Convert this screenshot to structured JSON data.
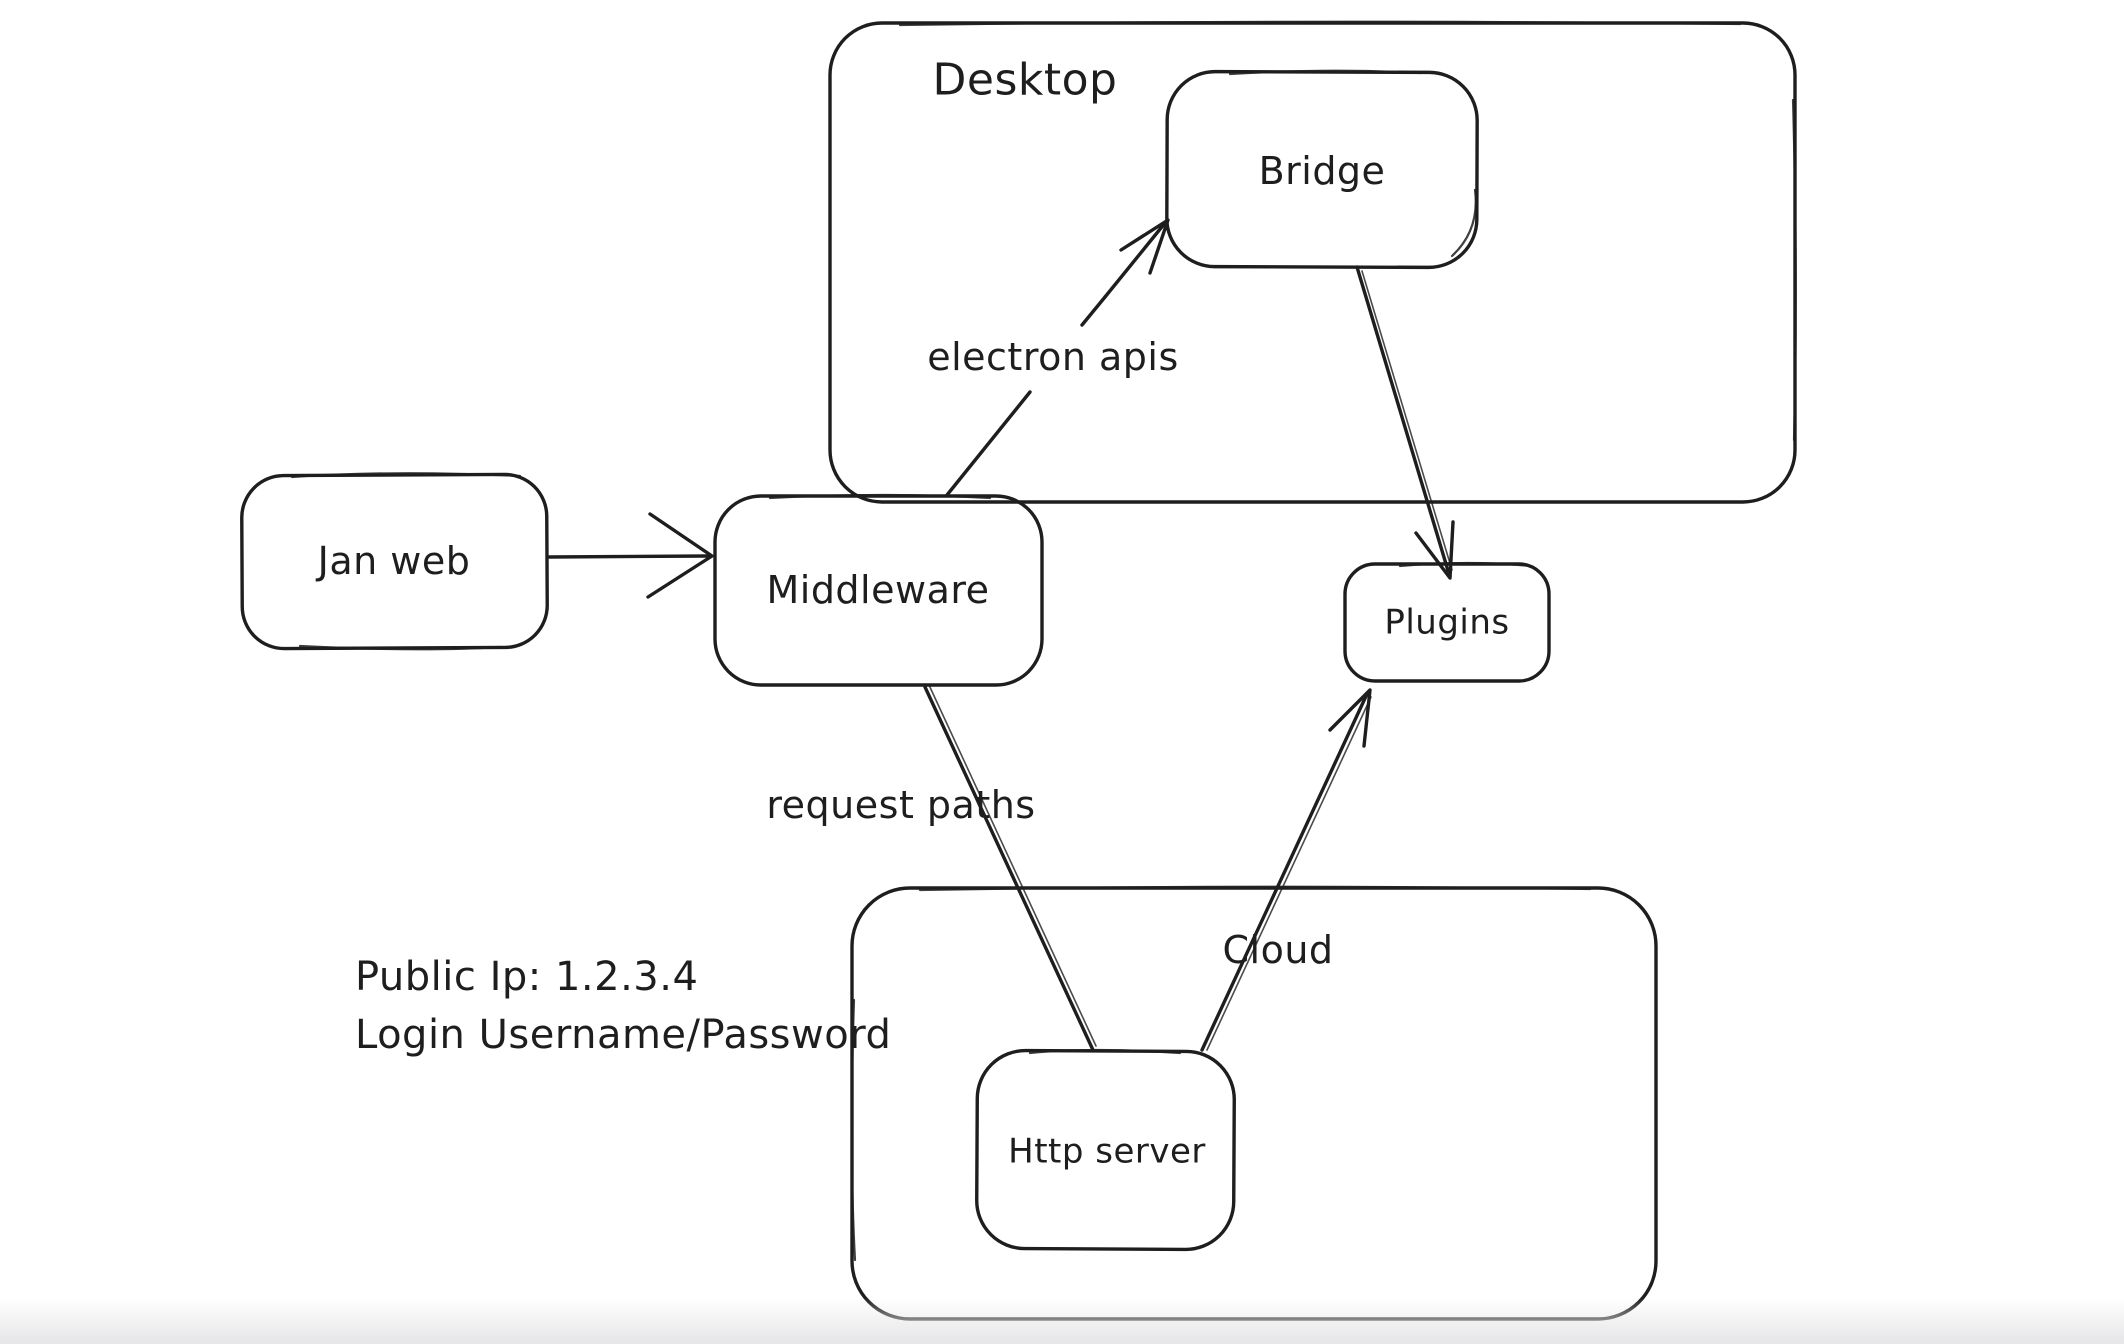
{
  "canvas": {
    "background_color": "#ffffff",
    "stroke_color": "#1e1e1e"
  },
  "containers": [
    {
      "id": "desktop",
      "label": "Desktop"
    },
    {
      "id": "cloud",
      "label": "Cloud"
    }
  ],
  "nodes": [
    {
      "id": "jan-web",
      "label": "Jan web"
    },
    {
      "id": "middleware",
      "label": "Middleware"
    },
    {
      "id": "bridge",
      "label": "Bridge"
    },
    {
      "id": "plugins",
      "label": "Plugins"
    },
    {
      "id": "http-server",
      "label": "Http server"
    }
  ],
  "edges": [
    {
      "from": "jan-web",
      "to": "middleware",
      "label": ""
    },
    {
      "from": "middleware",
      "to": "bridge",
      "label": "electron apis"
    },
    {
      "from": "bridge",
      "to": "plugins",
      "label": ""
    },
    {
      "from": "middleware",
      "to": "http-server",
      "label": "request paths"
    },
    {
      "from": "http-server",
      "to": "plugins",
      "label": ""
    }
  ],
  "notes": {
    "public_ip": "Public Ip: 1.2.3.4",
    "login": "Login Username/Password"
  }
}
